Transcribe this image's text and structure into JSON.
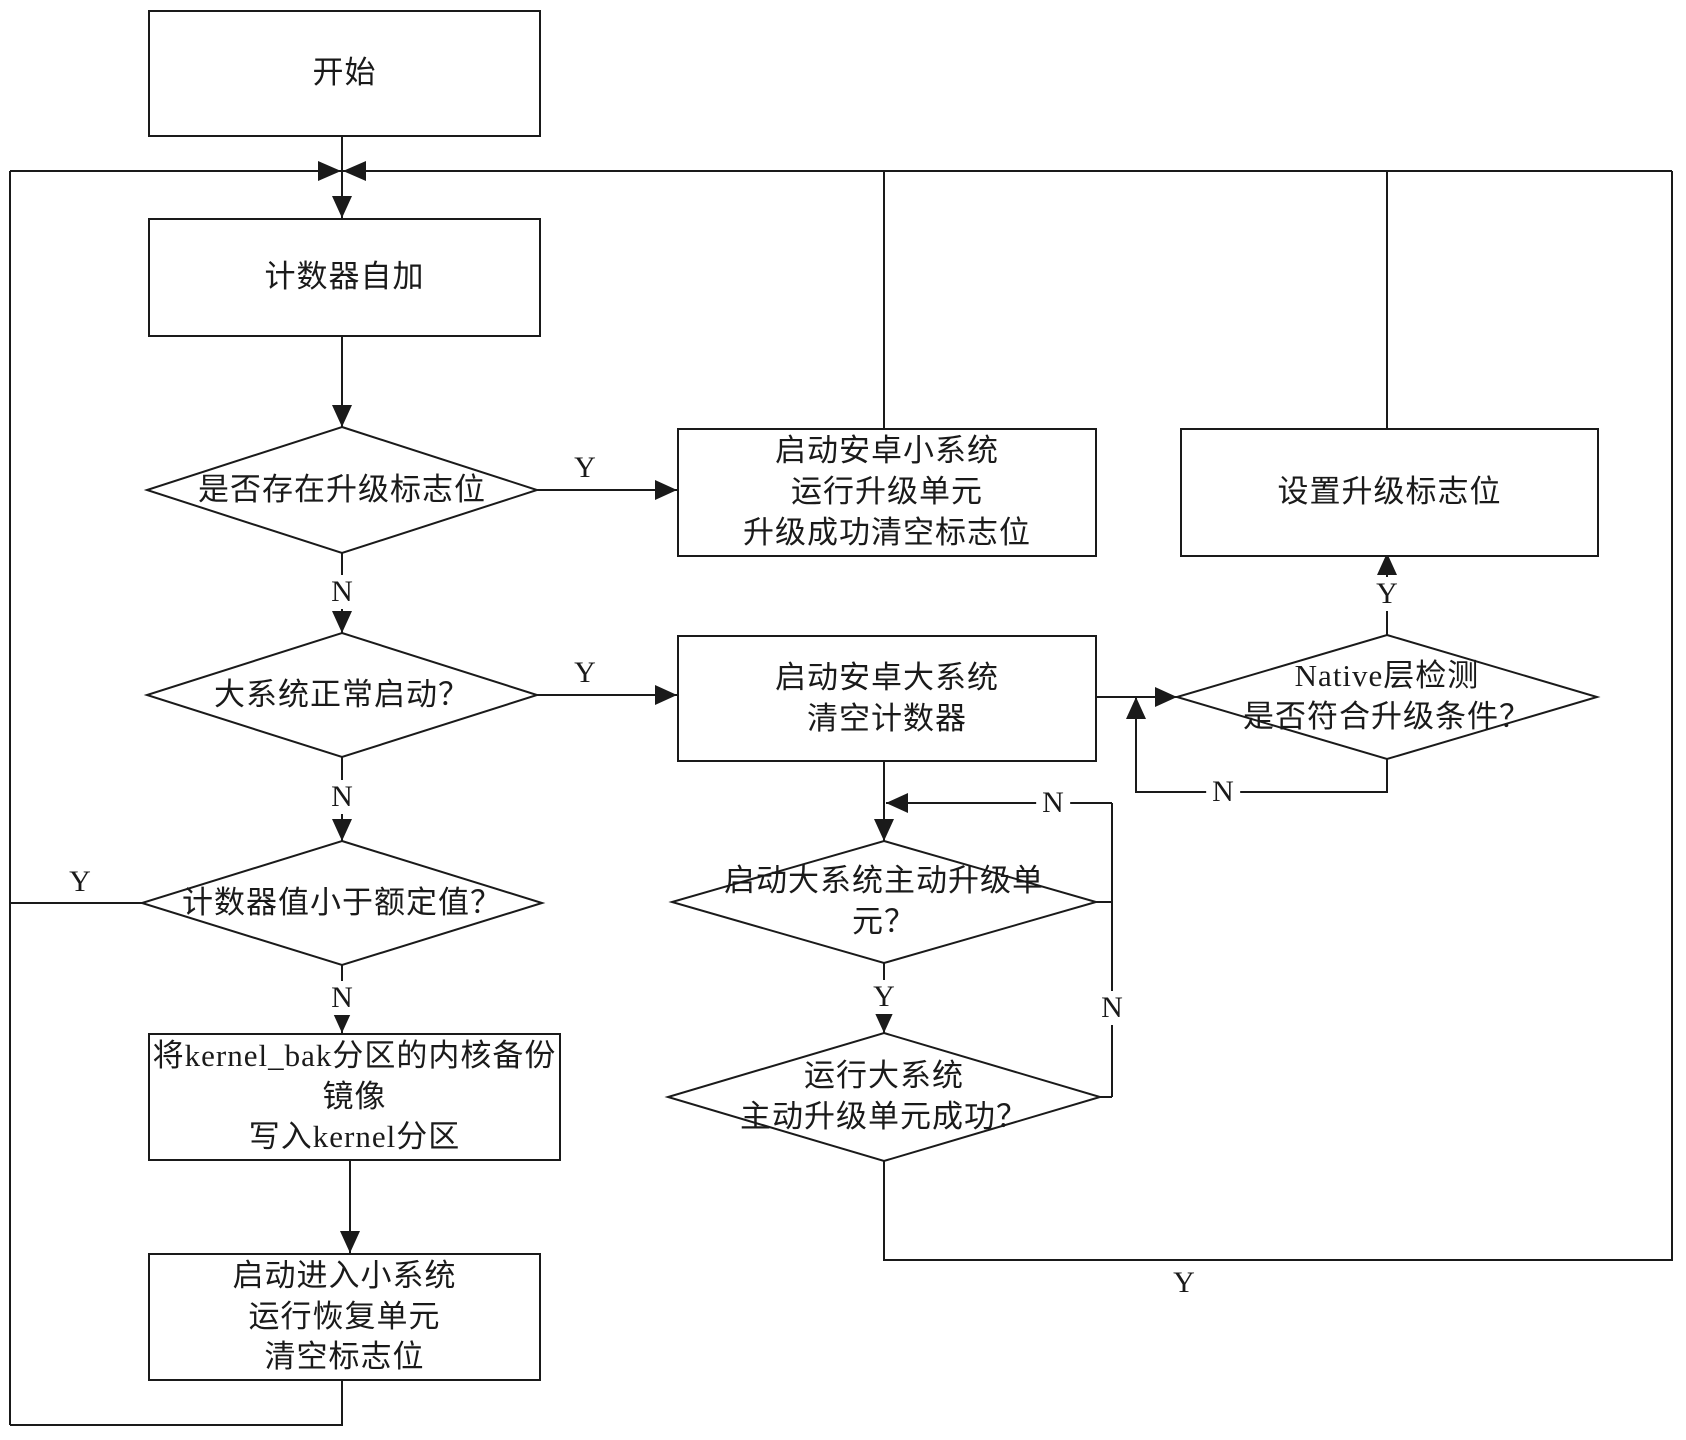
{
  "diagram": {
    "type": "flowchart",
    "colors": {
      "line": "#1a1a1a",
      "background": "#ffffff",
      "node_fill": "#ffffff"
    },
    "nodes": {
      "start": {
        "shape": "rect",
        "label": "开始"
      },
      "counter_inc": {
        "shape": "rect",
        "label": "计数器自加"
      },
      "flag_exists": {
        "shape": "diamond",
        "label": "是否存在升级标志位"
      },
      "small_system": {
        "shape": "rect",
        "label": "启动安卓小系统\n运行升级单元\n升级成功清空标志位"
      },
      "set_flag": {
        "shape": "rect",
        "label": "设置升级标志位"
      },
      "big_boot_ok": {
        "shape": "diamond",
        "label": "大系统正常启动？"
      },
      "big_system": {
        "shape": "rect",
        "label": "启动安卓大系统\n清空计数器"
      },
      "native_check": {
        "shape": "diamond",
        "label": "Native层检测\n是否符合升级条件？"
      },
      "counter_below": {
        "shape": "diamond",
        "label": "计数器值小于额定值？"
      },
      "launch_upgrade": {
        "shape": "diamond",
        "label": "启动大系统主动升级单\n元？"
      },
      "kernel_restore": {
        "shape": "rect",
        "label": "将kernel_bak分区的内核备份\n镜像\n写入kernel分区"
      },
      "upgrade_success": {
        "shape": "diamond",
        "label": "运行大系统\n主动升级单元成功？"
      },
      "recovery": {
        "shape": "rect",
        "label": "启动进入小系统\n运行恢复单元\n清空标志位"
      }
    },
    "labels": {
      "flag_yes": "Y",
      "flag_no": "N",
      "big_boot_yes": "Y",
      "big_boot_no": "N",
      "counter_yes": "Y",
      "counter_no": "N",
      "native_yes": "Y",
      "native_no": "N",
      "launch_loop_no": "N",
      "launch_yes": "Y",
      "upgrade_no": "N",
      "upgrade_yes": "Y"
    }
  }
}
